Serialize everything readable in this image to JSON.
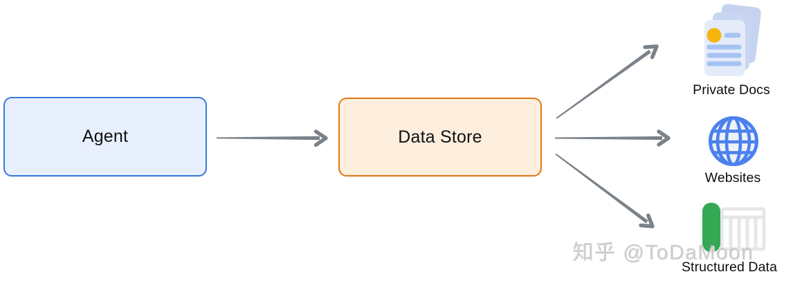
{
  "nodes": {
    "agent": {
      "label": "Agent",
      "fill": "#e8f0fd",
      "border_color": "#3c79dc"
    },
    "data_store": {
      "label": "Data Store",
      "fill": "#fdeede",
      "border_color": "#de7a1a"
    }
  },
  "data_sources": [
    {
      "label": "Private Docs",
      "icon": "documents-stack-icon"
    },
    {
      "label": "Websites",
      "icon": "globe-icon"
    },
    {
      "label": "Structured Data",
      "icon": "spreadsheet-icon"
    }
  ],
  "arrows": {
    "color": "#7b8289",
    "connections": [
      "agent -> data_store",
      "data_store -> private_docs",
      "data_store -> websites",
      "data_store -> structured_data"
    ]
  },
  "icon_colors": {
    "doc_page_front": "#e4ebf9",
    "doc_page_back": "#c6d3f0",
    "doc_bullet": "#f7b50c",
    "doc_lines": "#a5c3f2",
    "globe_stroke": "#4a81ec",
    "globe_fill": "#edf1fa",
    "table_grid": "#e7e7e7",
    "table_highlight_green": "#34a853"
  },
  "watermark": {
    "text": "知乎 @ToDaMoon"
  }
}
